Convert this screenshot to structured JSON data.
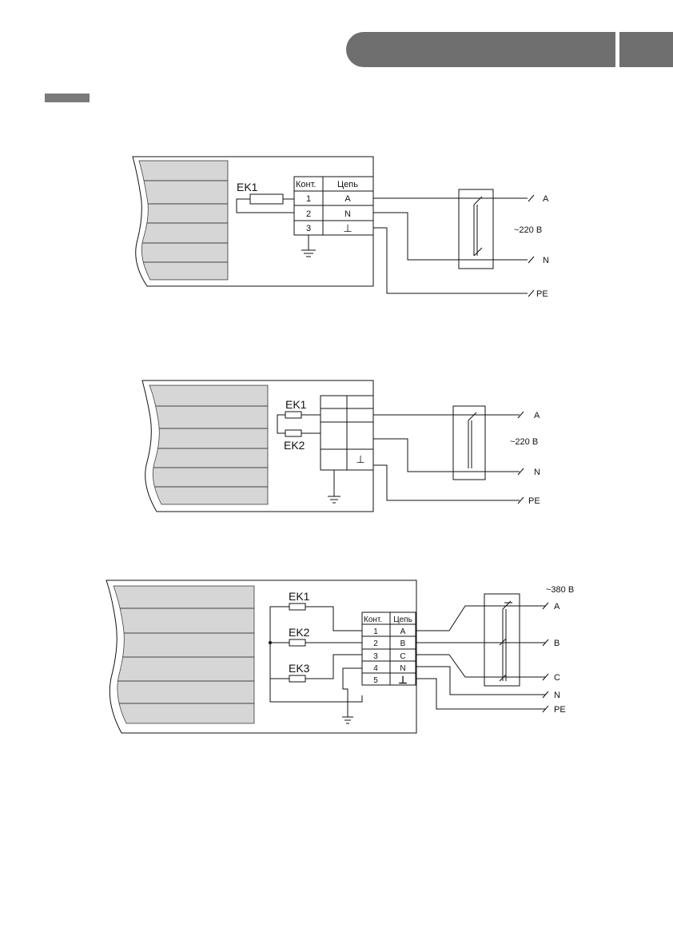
{
  "header": {
    "accent_color": "#6f6f6f",
    "marker_color": "#7a7a7a"
  },
  "diagram1": {
    "resistor": "EK1",
    "table_headers": [
      "Конт.",
      "Цепь"
    ],
    "rows": [
      [
        "1",
        "A"
      ],
      [
        "2",
        "N"
      ],
      [
        "3",
        "⊥"
      ]
    ],
    "terminals": [
      "A",
      "N",
      "PE"
    ],
    "voltage": "~220 В"
  },
  "diagram2": {
    "resistors": [
      "EK1",
      "EK2"
    ],
    "ground_symbol": "⊥",
    "terminals": [
      "A",
      "N",
      "PE"
    ],
    "voltage": "~220 В"
  },
  "diagram3": {
    "resistors": [
      "EK1",
      "EK2",
      "EK3"
    ],
    "table_headers": [
      "Конт.",
      "Цепь"
    ],
    "rows": [
      [
        "1",
        "A"
      ],
      [
        "2",
        "B"
      ],
      [
        "3",
        "C"
      ],
      [
        "4",
        "N"
      ],
      [
        "5",
        "⊥"
      ]
    ],
    "terminals": [
      "A",
      "B",
      "C",
      "N",
      "PE"
    ],
    "voltage": "~380 В"
  }
}
